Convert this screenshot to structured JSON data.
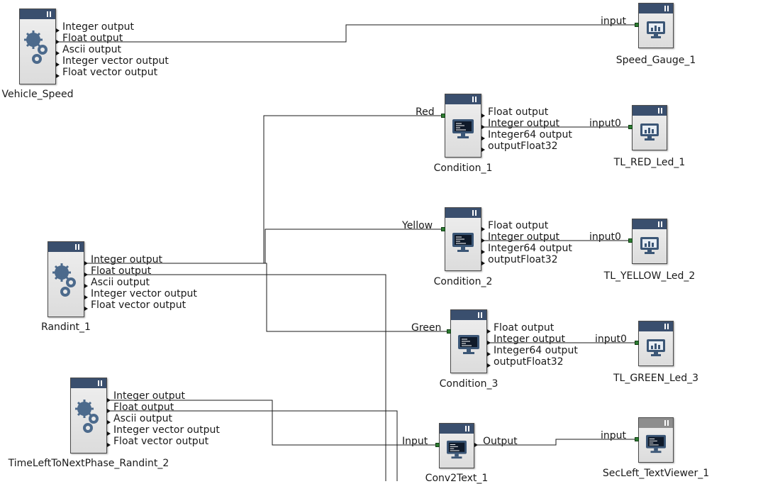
{
  "blocks": {
    "vehicle_speed": {
      "name": "Vehicle_Speed",
      "outputs": [
        "Integer output",
        "Float output",
        "Ascii output",
        "Integer vector output",
        "Float vector output"
      ]
    },
    "randint_1": {
      "name": "Randint_1",
      "outputs": [
        "Integer output",
        "Float output",
        "Ascii output",
        "Integer vector output",
        "Float vector output"
      ]
    },
    "timeleft": {
      "name": "TimeLeftToNextPhase_Randint_2",
      "outputs": [
        "Integer output",
        "Float output",
        "Ascii output",
        "Integer vector output",
        "Float vector output"
      ]
    },
    "condition_1": {
      "name": "Condition_1",
      "input": "Red",
      "outputs": [
        "Float output",
        "Integer output",
        "Integer64 output",
        "outputFloat32"
      ]
    },
    "condition_2": {
      "name": "Condition_2",
      "input": "Yellow",
      "outputs": [
        "Float output",
        "Integer output",
        "Integer64 output",
        "outputFloat32"
      ]
    },
    "condition_3": {
      "name": "Condition_3",
      "input": "Green",
      "outputs": [
        "Float output",
        "Integer output",
        "Integer64 output",
        "outputFloat32"
      ]
    },
    "conv2text": {
      "name": "Conv2Text_1",
      "input": "Input",
      "output": "Output"
    },
    "speed_gauge": {
      "name": "Speed_Gauge_1",
      "input": "input"
    },
    "tl_red": {
      "name": "TL_RED_Led_1",
      "input": "input0"
    },
    "tl_yellow": {
      "name": "TL_YELLOW_Led_2",
      "input": "input0"
    },
    "tl_green": {
      "name": "TL_GREEN_Led_3",
      "input": "input0"
    },
    "secleft": {
      "name": "SecLeft_TextViewer_1",
      "input": "input"
    }
  },
  "colors": {
    "header": "#3a4f6e",
    "viewer_header": "#8d8d8d",
    "wire": "#1a1a1a",
    "input_port": "#2e7d32"
  }
}
